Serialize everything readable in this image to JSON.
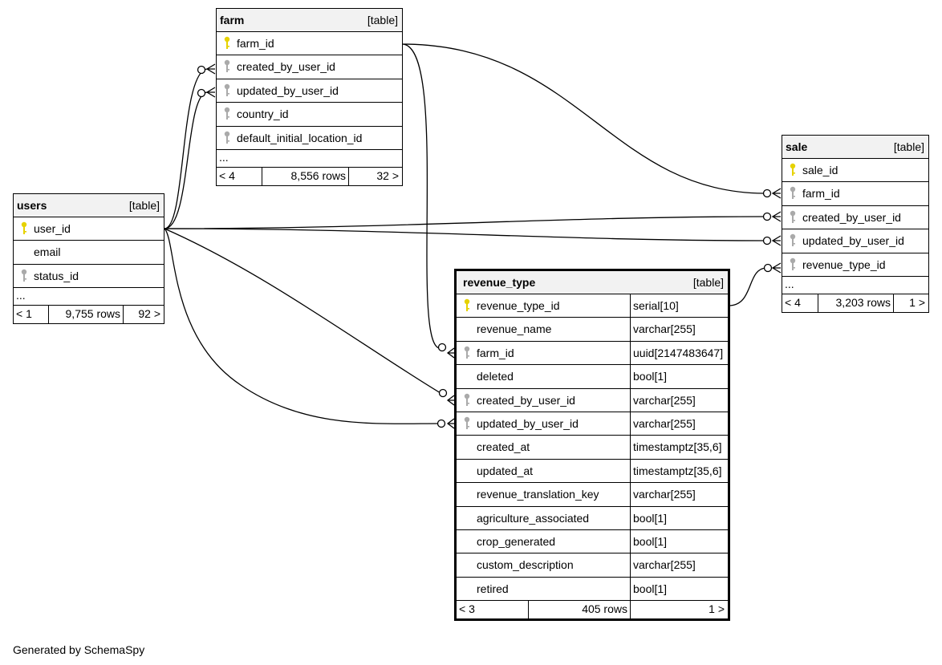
{
  "diagram": {
    "generator_note": "Generated by SchemaSpy",
    "colors": {
      "pk_key": "#e6d200",
      "fk_key": "#aaaaaa",
      "header_bg": "#f2f2f2",
      "line": "#000000"
    },
    "tables": {
      "farm": {
        "name": "farm",
        "kind": "[table]",
        "columns": [
          {
            "name": "farm_id",
            "key": "pk"
          },
          {
            "name": "created_by_user_id",
            "key": "fk"
          },
          {
            "name": "updated_by_user_id",
            "key": "fk"
          },
          {
            "name": "country_id",
            "key": "fk"
          },
          {
            "name": "default_initial_location_id",
            "key": "fk"
          }
        ],
        "more": "...",
        "footer": {
          "parents": "< 4",
          "rows": "8,556 rows",
          "children": "32 >"
        }
      },
      "users": {
        "name": "users",
        "kind": "[table]",
        "columns": [
          {
            "name": "user_id",
            "key": "pk"
          },
          {
            "name": "email",
            "key": "none"
          },
          {
            "name": "status_id",
            "key": "fk"
          }
        ],
        "more": "...",
        "footer": {
          "parents": "< 1",
          "rows": "9,755 rows",
          "children": "92 >"
        }
      },
      "sale": {
        "name": "sale",
        "kind": "[table]",
        "columns": [
          {
            "name": "sale_id",
            "key": "pk"
          },
          {
            "name": "farm_id",
            "key": "fk"
          },
          {
            "name": "created_by_user_id",
            "key": "fk"
          },
          {
            "name": "updated_by_user_id",
            "key": "fk"
          },
          {
            "name": "revenue_type_id",
            "key": "fk"
          }
        ],
        "more": "...",
        "footer": {
          "parents": "< 4",
          "rows": "3,203 rows",
          "children": "1 >"
        }
      },
      "revenue_type": {
        "name": "revenue_type",
        "kind": "[table]",
        "columns": [
          {
            "name": "revenue_type_id",
            "type": "serial[10]",
            "key": "pk"
          },
          {
            "name": "revenue_name",
            "type": "varchar[255]",
            "key": "none"
          },
          {
            "name": "farm_id",
            "type": "uuid[2147483647]",
            "key": "fk"
          },
          {
            "name": "deleted",
            "type": "bool[1]",
            "key": "none"
          },
          {
            "name": "created_by_user_id",
            "type": "varchar[255]",
            "key": "fk"
          },
          {
            "name": "updated_by_user_id",
            "type": "varchar[255]",
            "key": "fk"
          },
          {
            "name": "created_at",
            "type": "timestamptz[35,6]",
            "key": "none"
          },
          {
            "name": "updated_at",
            "type": "timestamptz[35,6]",
            "key": "none"
          },
          {
            "name": "revenue_translation_key",
            "type": "varchar[255]",
            "key": "none"
          },
          {
            "name": "agriculture_associated",
            "type": "bool[1]",
            "key": "none"
          },
          {
            "name": "crop_generated",
            "type": "bool[1]",
            "key": "none"
          },
          {
            "name": "custom_description",
            "type": "varchar[255]",
            "key": "none"
          },
          {
            "name": "retired",
            "type": "bool[1]",
            "key": "none"
          }
        ],
        "footer": {
          "parents": "< 3",
          "rows": "405 rows",
          "children": "1 >"
        }
      }
    },
    "relationships": [
      {
        "from": "farm.created_by_user_id",
        "to": "users.user_id"
      },
      {
        "from": "farm.updated_by_user_id",
        "to": "users.user_id"
      },
      {
        "from": "sale.farm_id",
        "to": "farm.farm_id"
      },
      {
        "from": "sale.created_by_user_id",
        "to": "users.user_id"
      },
      {
        "from": "sale.updated_by_user_id",
        "to": "users.user_id"
      },
      {
        "from": "sale.revenue_type_id",
        "to": "revenue_type.revenue_type_id"
      },
      {
        "from": "revenue_type.farm_id",
        "to": "farm.farm_id"
      },
      {
        "from": "revenue_type.created_by_user_id",
        "to": "users.user_id"
      },
      {
        "from": "revenue_type.updated_by_user_id",
        "to": "users.user_id"
      }
    ]
  }
}
